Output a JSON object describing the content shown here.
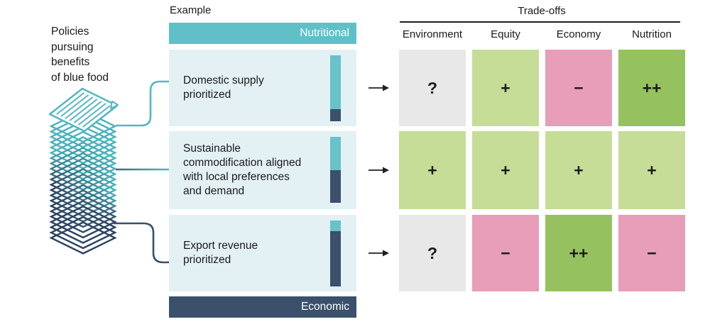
{
  "left_panel": {
    "caption": "Policies\npursuing\nbenefits\nof blue food"
  },
  "example": {
    "label": "Example",
    "top_band_label": "Nutritional",
    "bottom_band_label": "Economic",
    "rows": [
      {
        "text": "Domestic supply\nprioritized",
        "nutritional_share": 0.82,
        "economic_share": 0.18
      },
      {
        "text": "Sustainable\ncommodification aligned\nwith local preferences\nand demand",
        "nutritional_share": 0.5,
        "economic_share": 0.5
      },
      {
        "text": "Export revenue\nprioritized",
        "nutritional_share": 0.16,
        "economic_share": 0.84
      }
    ]
  },
  "tradeoffs": {
    "title": "Trade-offs",
    "columns": [
      "Environment",
      "Equity",
      "Economy",
      "Nutrition"
    ],
    "rows": [
      [
        {
          "symbol": "?",
          "tone": "unknown"
        },
        {
          "symbol": "+",
          "tone": "positive"
        },
        {
          "symbol": "−",
          "tone": "negative"
        },
        {
          "symbol": "++",
          "tone": "strong_positive"
        }
      ],
      [
        {
          "symbol": "+",
          "tone": "positive"
        },
        {
          "symbol": "+",
          "tone": "positive"
        },
        {
          "symbol": "+",
          "tone": "positive"
        },
        {
          "symbol": "+",
          "tone": "positive"
        }
      ],
      [
        {
          "symbol": "?",
          "tone": "unknown"
        },
        {
          "symbol": "−",
          "tone": "negative"
        },
        {
          "symbol": "++",
          "tone": "strong_positive"
        },
        {
          "symbol": "−",
          "tone": "negative"
        }
      ]
    ]
  },
  "colors": {
    "teal_band": "#5fc0c8",
    "pale_box": "#e3f1f5",
    "navy": "#3a506b",
    "bar_teal": "#68c2ca",
    "stack_teal": "#4ab3bd",
    "stack_navy": "#2d4462",
    "connector_teal": "#53b7c0",
    "connector_steel": "#3d6680",
    "arrow": "#1f1f1f",
    "text": "#1a1a1a",
    "tones": {
      "unknown": "#e9e8e9",
      "positive": "#c6dd97",
      "negative": "#e89db9",
      "strong_positive": "#95c25f"
    }
  }
}
